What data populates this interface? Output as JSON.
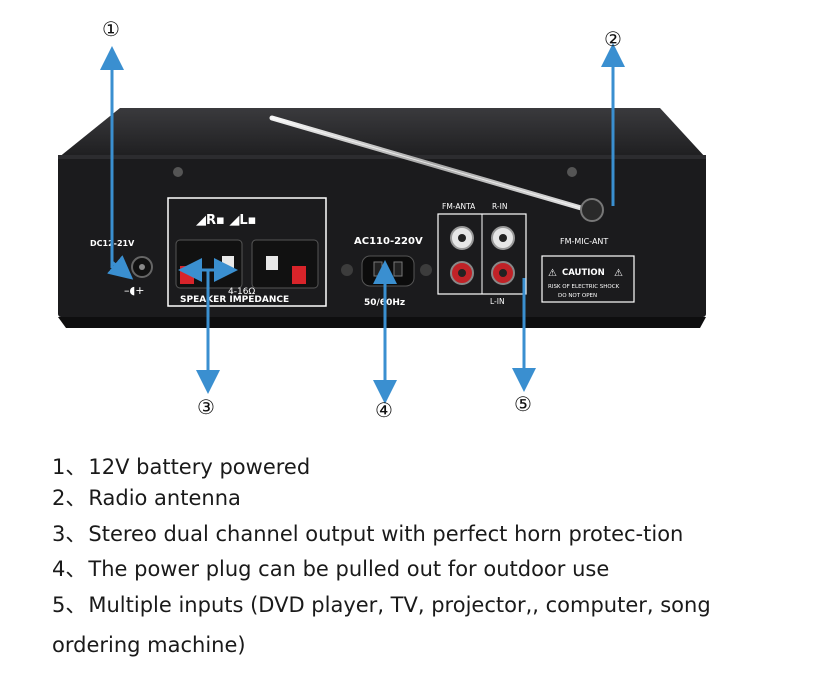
{
  "callouts": [
    {
      "number": "①"
    },
    {
      "number": "②"
    },
    {
      "number": "③"
    },
    {
      "number": "④"
    },
    {
      "number": "⑤"
    }
  ],
  "device": {
    "dc_label": "DC12-21V",
    "speaker_label": "SPEAKER IMPEDANCE",
    "speaker_sub": "4-16Ω",
    "ac_label": "AC110-220V",
    "freq_label": "50/60Hz",
    "fm_anta_label": "FM-ANTA",
    "r_in_label": "R-IN",
    "l_in_label": "L-IN",
    "fm_mic_ant_label": "FM-MIC-ANT",
    "caution_title": "CAUTION",
    "caution_line1": "RISK OF ELECTRIC SHOCK",
    "caution_line2": "DO NOT OPEN",
    "colors": {
      "chassis": "#1b1b1d",
      "callout": "#3a8fd0",
      "terminal_red": "#d8242a"
    }
  },
  "features": [
    {
      "num": "1、",
      "text": "12V battery powered"
    },
    {
      "num": "2、",
      "text": "Radio antenna"
    },
    {
      "num": "3、",
      "text": "Stereo dual channel output with perfect horn protec-tion"
    },
    {
      "num": "4、",
      "text": "The power plug can be pulled out for outdoor use"
    },
    {
      "num": "5、",
      "text": "Multiple inputs (DVD player, TV, projector,, computer, song ordering machine)"
    }
  ]
}
